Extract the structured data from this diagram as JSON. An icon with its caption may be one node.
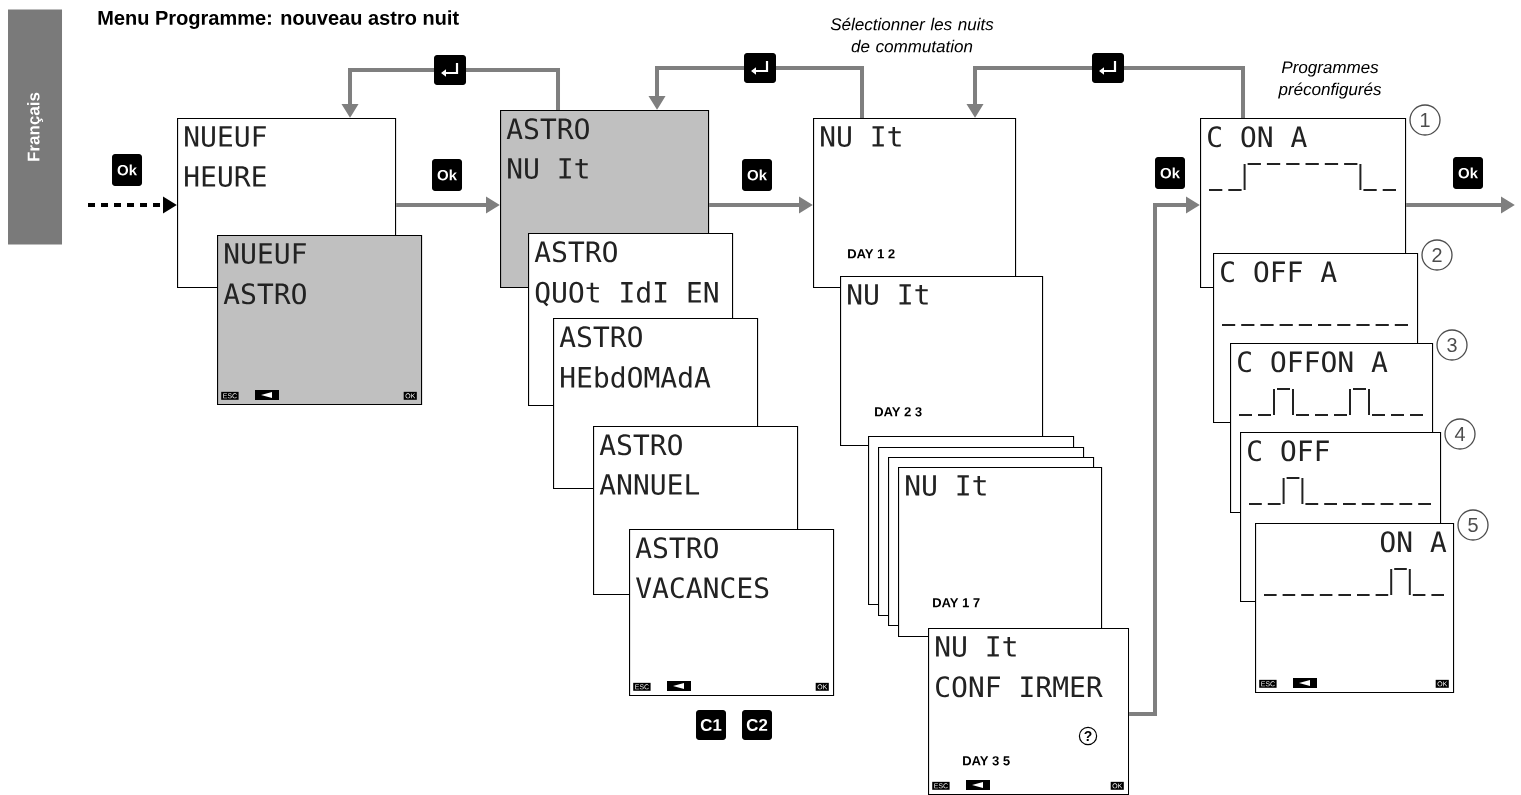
{
  "diagram": {
    "title": "Menu Programme: nouveau astro nuit",
    "nodes": [
      {
        "text": [
          "Français"
        ]
      },
      {
        "text": [
          "NUEUF",
          "HEURE"
        ]
      },
      {
        "text": [
          "NUEUF",
          "ASTRO",
          "ESC",
          "OK"
        ]
      },
      {
        "text": [
          "ASTRO",
          "NU It"
        ]
      },
      {
        "text": [
          "ASTRO",
          "QUOt IdI EN"
        ]
      },
      {
        "text": [
          "ASTRO",
          "HEbdOMAdA"
        ]
      },
      {
        "text": [
          "ASTRO",
          "ANNUEL"
        ]
      },
      {
        "text": [
          "ASTRO",
          "VACANCES",
          "ESC",
          "OK"
        ]
      },
      {
        "text": [
          "NU It",
          "DAY 1 2"
        ]
      },
      {
        "text": [
          "NU It",
          "DAY 2 3"
        ]
      },
      {
        "text": [],
        "shape": "box"
      },
      {
        "text": [],
        "shape": "box"
      },
      {
        "text": [],
        "shape": "box"
      },
      {
        "text": [
          "NU It",
          "DAY 1 7"
        ]
      },
      {
        "text": [
          "NU It",
          "CONF IRMER",
          "?",
          "DAY 3 5",
          "ESC",
          "OK"
        ]
      },
      {
        "text": [
          "C ON A"
        ],
        "beside": [
          "1"
        ]
      },
      {
        "text": [
          "C OFF A"
        ],
        "beside": [
          "2"
        ]
      },
      {
        "text": [
          "C OFFON A"
        ],
        "beside": [
          "3"
        ]
      },
      {
        "text": [
          "C OFF"
        ],
        "beside": [
          "4"
        ]
      },
      {
        "text": [
          "ON A",
          "ESC",
          "OK"
        ],
        "beside": [
          "5"
        ]
      }
    ],
    "edges": [
      {
        "from": null,
        "to": 1,
        "arrow": "to",
        "label": "Ok",
        "style": "dashed",
        "color": "#000000"
      },
      {
        "from": 1,
        "to": 3,
        "arrow": "to",
        "label": "Ok"
      },
      {
        "from": 3,
        "to": 8,
        "arrow": "to",
        "label": "Ok"
      },
      {
        "from": 14,
        "to": 15,
        "arrow": "to",
        "label": "Ok"
      },
      {
        "from": 15,
        "to": null,
        "arrow": "to",
        "label": "Ok"
      },
      {
        "from": 3,
        "to": 1,
        "arrow": "to"
      },
      {
        "from": 8,
        "to": 3,
        "arrow": "to"
      },
      {
        "from": 15,
        "to": 8,
        "arrow": "to"
      }
    ],
    "labels": [
      "Sélectionner les nuits de commutation",
      "Programmes préconfigurés",
      "C1",
      "C2"
    ]
  }
}
